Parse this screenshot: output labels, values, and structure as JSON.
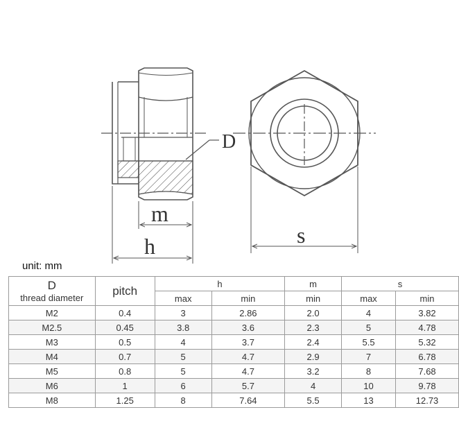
{
  "drawing": {
    "labels": {
      "d": "D",
      "m": "m",
      "h": "h",
      "s": "s"
    }
  },
  "unit_label": "unit: mm",
  "table": {
    "headers": {
      "d_main": "D",
      "d_sub": "thread diameter",
      "pitch": "pitch",
      "h": "h",
      "m": "m",
      "s": "s",
      "h_max": "max",
      "h_min": "min",
      "m_min": "min",
      "s_max": "max",
      "s_min": "min"
    },
    "rows": [
      [
        "M2",
        "0.4",
        "3",
        "2.86",
        "2.0",
        "4",
        "3.82"
      ],
      [
        "M2.5",
        "0.45",
        "3.8",
        "3.6",
        "2.3",
        "5",
        "4.78"
      ],
      [
        "M3",
        "0.5",
        "4",
        "3.7",
        "2.4",
        "5.5",
        "5.32"
      ],
      [
        "M4",
        "0.7",
        "5",
        "4.7",
        "2.9",
        "7",
        "6.78"
      ],
      [
        "M5",
        "0.8",
        "5",
        "4.7",
        "3.2",
        "8",
        "7.68"
      ],
      [
        "M6",
        "1",
        "6",
        "5.7",
        "4",
        "10",
        "9.78"
      ],
      [
        "M8",
        "1.25",
        "8",
        "7.64",
        "5.5",
        "13",
        "12.73"
      ]
    ]
  }
}
